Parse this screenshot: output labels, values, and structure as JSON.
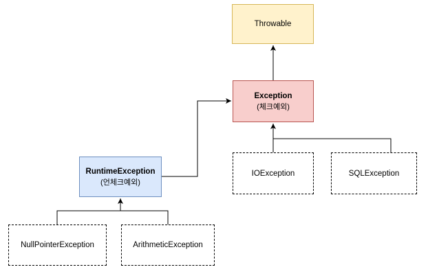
{
  "nodes": {
    "throwable": {
      "label": "Throwable"
    },
    "exception": {
      "label": "Exception",
      "sublabel": "(체크예외)"
    },
    "runtime_exception": {
      "label": "RuntimeException",
      "sublabel": "(언체크예외)"
    },
    "io_exception": {
      "label": "IOException"
    },
    "sql_exception": {
      "label": "SQLException"
    },
    "null_pointer_exception": {
      "label": "NullPointerException"
    },
    "arithmetic_exception": {
      "label": "ArithmeticException"
    }
  },
  "colors": {
    "throwable_fill": "#fff2cc",
    "throwable_stroke": "#d6b656",
    "exception_fill": "#f8cecc",
    "exception_stroke": "#b85450",
    "runtime_fill": "#dae8fc",
    "runtime_stroke": "#6c8ebf",
    "edge": "#000000"
  },
  "edges": [
    {
      "from": "exception",
      "to": "throwable"
    },
    {
      "from": "runtime_exception",
      "to": "exception"
    },
    {
      "from": "io_exception",
      "to": "exception"
    },
    {
      "from": "sql_exception",
      "to": "exception"
    },
    {
      "from": "null_pointer_exception",
      "to": "runtime_exception"
    },
    {
      "from": "arithmetic_exception",
      "to": "runtime_exception"
    }
  ]
}
